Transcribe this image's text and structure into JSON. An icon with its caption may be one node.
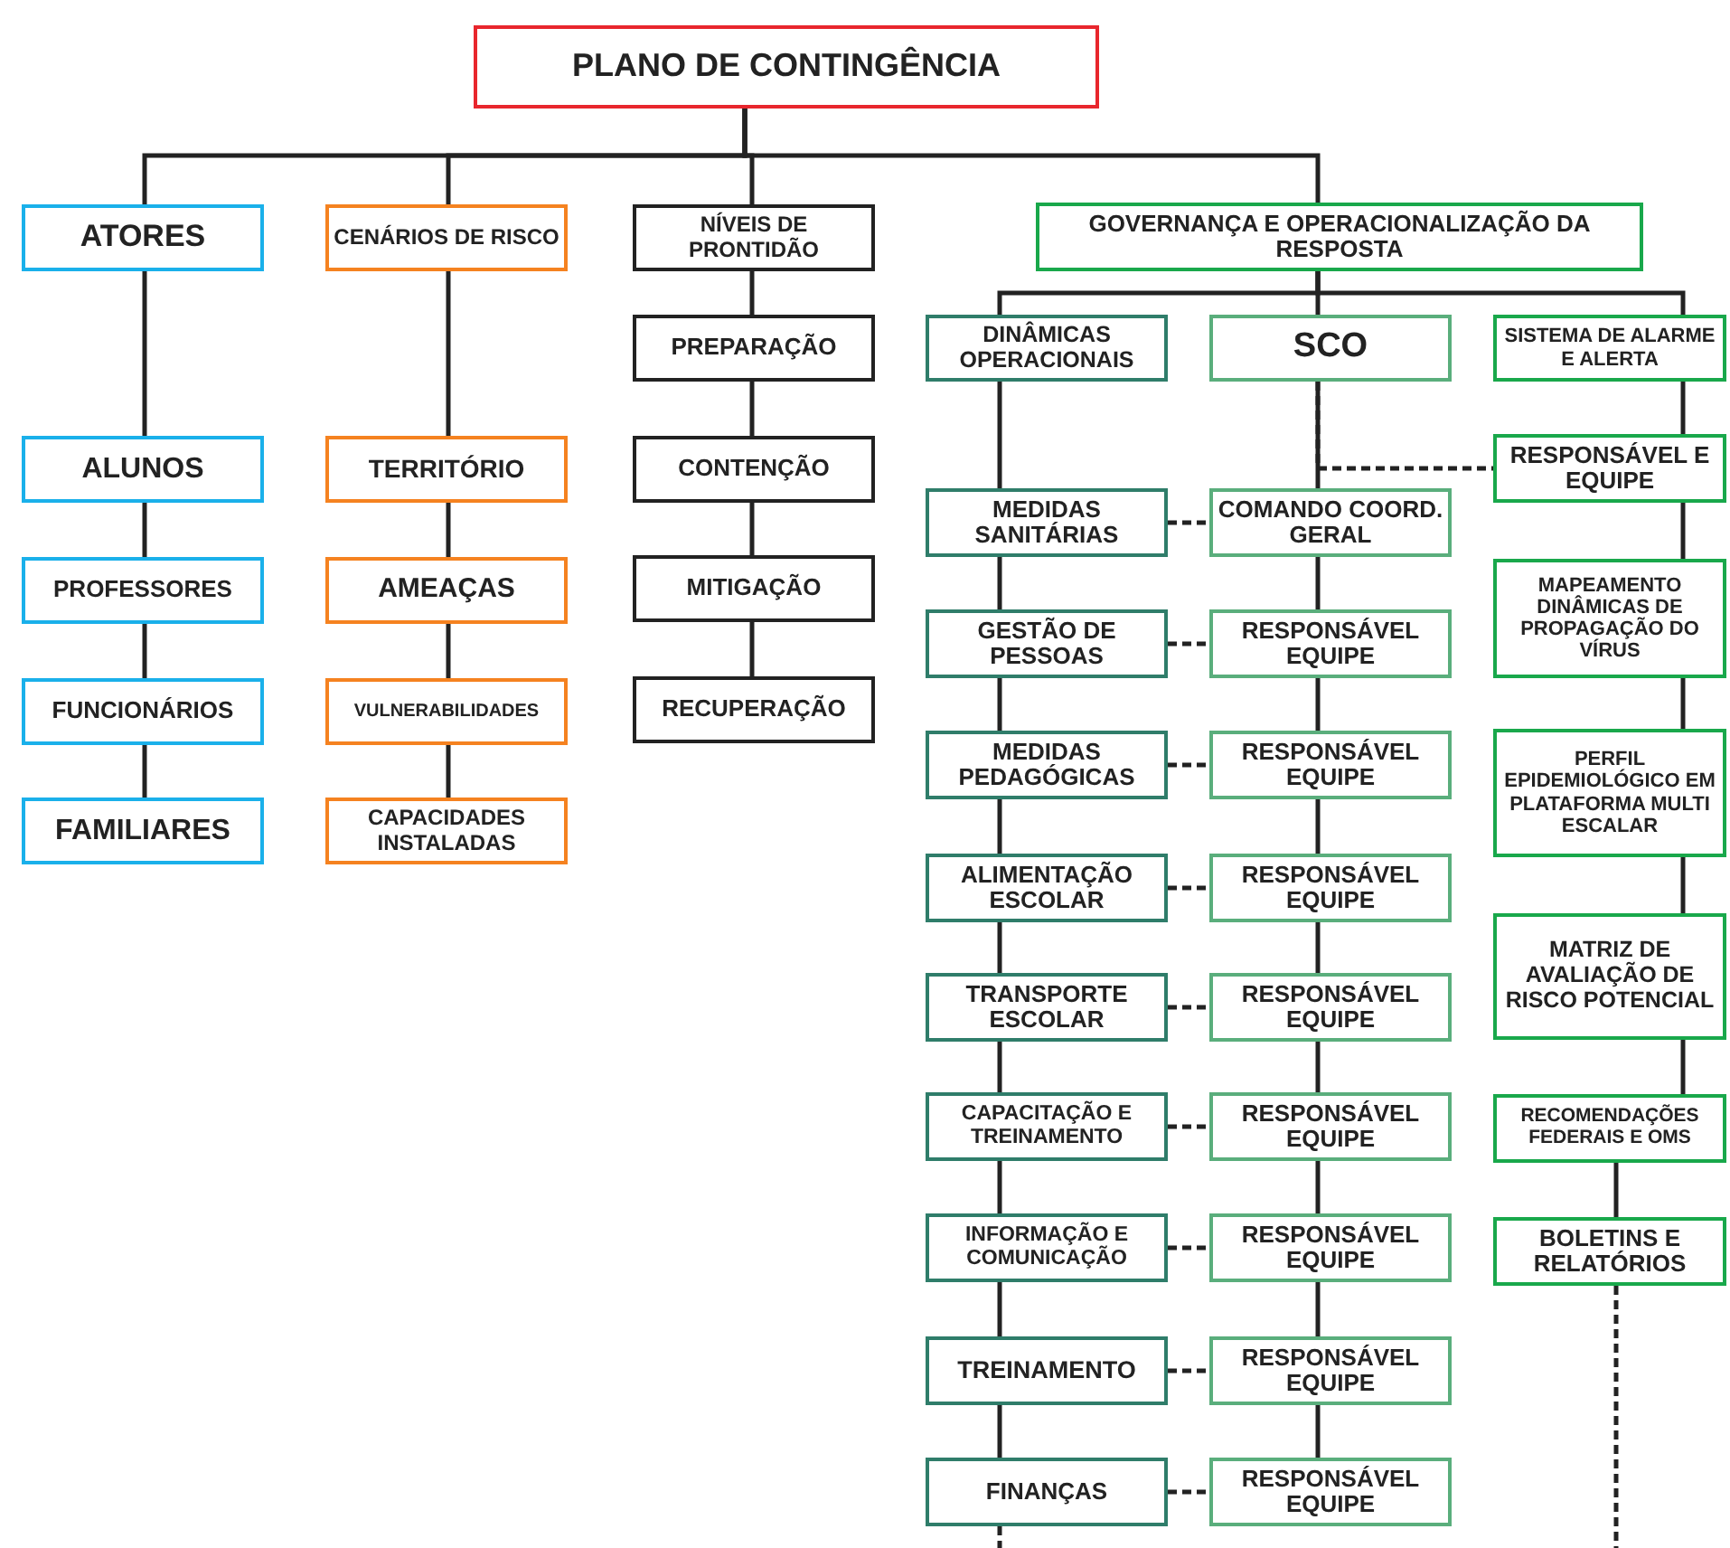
{
  "diagram": {
    "nodes": [
      {
        "text": [
          "PLANO DE CONTINGÊNCIA"
        ]
      },
      {
        "text": [
          "ATORES"
        ]
      },
      {
        "text": [
          "CENÁRIOS DE RISCO"
        ]
      },
      {
        "text": [
          "NÍVEIS DE PRONTIDÃO"
        ]
      },
      {
        "text": [
          "GOVERNANÇA E OPERACIONALIZAÇÃO DA RESPOSTA"
        ]
      },
      {
        "text": [
          "ALUNOS"
        ]
      },
      {
        "text": [
          "PROFESSORES"
        ]
      },
      {
        "text": [
          "FUNCIONÁRIOS"
        ]
      },
      {
        "text": [
          "FAMILIARES"
        ]
      },
      {
        "text": [
          "TERRITÓRIO"
        ]
      },
      {
        "text": [
          "AMEAÇAS"
        ]
      },
      {
        "text": [
          "VULNERABILIDADES"
        ]
      },
      {
        "text": [
          "CAPACIDADES INSTALADAS"
        ]
      },
      {
        "text": [
          "PREPARAÇÃO"
        ]
      },
      {
        "text": [
          "CONTENÇÃO"
        ]
      },
      {
        "text": [
          "MITIGAÇÃO"
        ]
      },
      {
        "text": [
          "RECUPERAÇÃO"
        ]
      },
      {
        "text": [
          "DINÂMICAS OPERACIONAIS"
        ]
      },
      {
        "text": [
          "SCO"
        ]
      },
      {
        "text": [
          "SISTEMA DE ALARME E ALERTA"
        ]
      },
      {
        "text": [
          "MEDIDAS SANITÁRIAS"
        ]
      },
      {
        "text": [
          "GESTÃO DE PESSOAS"
        ]
      },
      {
        "text": [
          "MEDIDAS PEDAGÓGICAS"
        ]
      },
      {
        "text": [
          "ALIMENTAÇÃO ESCOLAR"
        ]
      },
      {
        "text": [
          "TRANSPORTE ESCOLAR"
        ]
      },
      {
        "text": [
          "CAPACITAÇÃO E TREINAMENTO"
        ]
      },
      {
        "text": [
          "INFORMAÇÃO E COMUNICAÇÃO"
        ]
      },
      {
        "text": [
          "TREINAMENTO"
        ]
      },
      {
        "text": [
          "FINANÇAS"
        ]
      },
      {
        "text": [
          "COMANDO COORD. GERAL"
        ]
      },
      {
        "text": [
          "RESPONSÁVEL EQUIPE"
        ]
      },
      {
        "text": [
          "RESPONSÁVEL EQUIPE"
        ]
      },
      {
        "text": [
          "RESPONSÁVEL EQUIPE"
        ]
      },
      {
        "text": [
          "RESPONSÁVEL EQUIPE"
        ]
      },
      {
        "text": [
          "RESPONSÁVEL EQUIPE"
        ]
      },
      {
        "text": [
          "RESPONSÁVEL EQUIPE"
        ]
      },
      {
        "text": [
          "RESPONSÁVEL EQUIPE"
        ]
      },
      {
        "text": [
          "RESPONSÁVEL EQUIPE"
        ]
      },
      {
        "text": [
          "RESPONSÁVEL E EQUIPE"
        ]
      },
      {
        "text": [
          "MAPEAMENTO DINÂMICAS DE PROPAGAÇÃO DO VÍRUS"
        ]
      },
      {
        "text": [
          "PERFIL EPIDEMIOLÓGICO EM PLATAFORMA MULTI ESCALAR"
        ]
      },
      {
        "text": [
          "MATRIZ DE AVALIAÇÃO DE RISCO POTENCIAL"
        ]
      },
      {
        "text": [
          "RECOMENDAÇÕES FEDERAIS E OMS"
        ]
      },
      {
        "text": [
          "BOLETINS E RELATÓRIOS"
        ]
      }
    ],
    "edges": [
      {
        "from": 0,
        "to": 1,
        "arrow": "none"
      },
      {
        "from": 0,
        "to": 2,
        "arrow": "none"
      },
      {
        "from": 0,
        "to": 3,
        "arrow": "none"
      },
      {
        "from": 0,
        "to": 4,
        "arrow": "none"
      },
      {
        "from": 1,
        "to": 5,
        "arrow": "none"
      },
      {
        "from": 5,
        "to": 6,
        "arrow": "none"
      },
      {
        "from": 6,
        "to": 7,
        "arrow": "none"
      },
      {
        "from": 7,
        "to": 8,
        "arrow": "none"
      },
      {
        "from": 2,
        "to": 9,
        "arrow": "none"
      },
      {
        "from": 9,
        "to": 10,
        "arrow": "none"
      },
      {
        "from": 10,
        "to": 11,
        "arrow": "none"
      },
      {
        "from": 11,
        "to": 12,
        "arrow": "none"
      },
      {
        "from": 3,
        "to": 13,
        "arrow": "none"
      },
      {
        "from": 13,
        "to": 14,
        "arrow": "none"
      },
      {
        "from": 14,
        "to": 15,
        "arrow": "none"
      },
      {
        "from": 15,
        "to": 16,
        "arrow": "none"
      },
      {
        "from": 4,
        "to": 17,
        "arrow": "none"
      },
      {
        "from": 4,
        "to": 18,
        "arrow": "none"
      },
      {
        "from": 4,
        "to": 19,
        "arrow": "none"
      },
      {
        "from": 17,
        "to": 20,
        "arrow": "none"
      },
      {
        "from": 20,
        "to": 21,
        "arrow": "none"
      },
      {
        "from": 21,
        "to": 22,
        "arrow": "none"
      },
      {
        "from": 22,
        "to": 23,
        "arrow": "none"
      },
      {
        "from": 23,
        "to": 24,
        "arrow": "none"
      },
      {
        "from": 24,
        "to": 25,
        "arrow": "none"
      },
      {
        "from": 25,
        "to": 26,
        "arrow": "none"
      },
      {
        "from": 26,
        "to": 27,
        "arrow": "none"
      },
      {
        "from": 27,
        "to": 28,
        "arrow": "none"
      },
      {
        "from": 28,
        "to": null,
        "arrow": "none",
        "style": "dashed"
      },
      {
        "from": 18,
        "to": 29,
        "arrow": "none"
      },
      {
        "from": 29,
        "to": 30,
        "arrow": "none"
      },
      {
        "from": 30,
        "to": 31,
        "arrow": "none"
      },
      {
        "from": 31,
        "to": 32,
        "arrow": "none"
      },
      {
        "from": 32,
        "to": 33,
        "arrow": "none"
      },
      {
        "from": 33,
        "to": 34,
        "arrow": "none"
      },
      {
        "from": 34,
        "to": 35,
        "arrow": "none"
      },
      {
        "from": 35,
        "to": 36,
        "arrow": "none"
      },
      {
        "from": 36,
        "to": 37,
        "arrow": "none"
      },
      {
        "from": 18,
        "to": 38,
        "arrow": "none",
        "style": "dashed"
      },
      {
        "from": 19,
        "to": 38,
        "arrow": "none"
      },
      {
        "from": 38,
        "to": 39,
        "arrow": "none"
      },
      {
        "from": 39,
        "to": 40,
        "arrow": "none"
      },
      {
        "from": 40,
        "to": 41,
        "arrow": "none"
      },
      {
        "from": 41,
        "to": 42,
        "arrow": "none"
      },
      {
        "from": 42,
        "to": 43,
        "arrow": "none"
      },
      {
        "from": 43,
        "to": null,
        "arrow": "none",
        "style": "dashed"
      },
      {
        "from": 20,
        "to": 29,
        "arrow": "none",
        "style": "dashed"
      },
      {
        "from": 21,
        "to": 30,
        "arrow": "none",
        "style": "dashed"
      },
      {
        "from": 22,
        "to": 31,
        "arrow": "none",
        "style": "dashed"
      },
      {
        "from": 23,
        "to": 32,
        "arrow": "none",
        "style": "dashed"
      },
      {
        "from": 24,
        "to": 33,
        "arrow": "none",
        "style": "dashed"
      },
      {
        "from": 25,
        "to": 34,
        "arrow": "none",
        "style": "dashed"
      },
      {
        "from": 26,
        "to": 35,
        "arrow": "none",
        "style": "dashed"
      },
      {
        "from": 27,
        "to": 36,
        "arrow": "none",
        "style": "dashed"
      },
      {
        "from": 28,
        "to": 37,
        "arrow": "none",
        "style": "dashed"
      }
    ]
  }
}
